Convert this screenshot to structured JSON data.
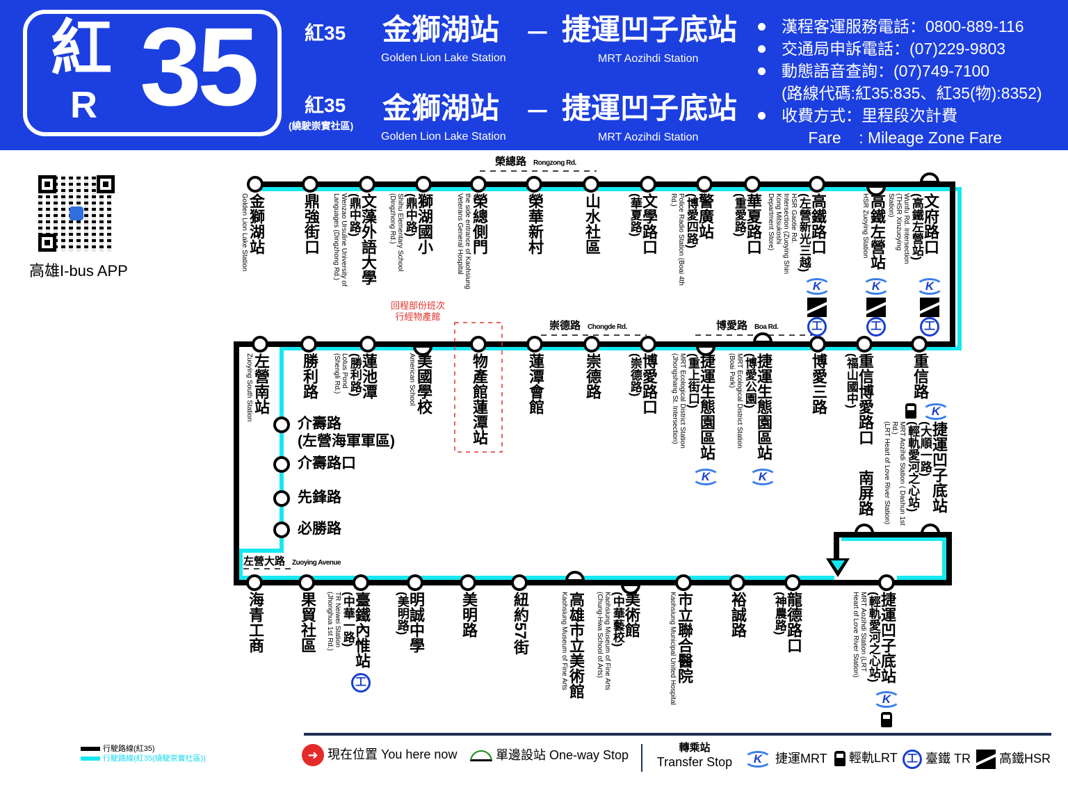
{
  "header": {
    "badge": {
      "char": "紅",
      "sub": "R",
      "number": "35"
    },
    "routes": [
      {
        "label": "紅35",
        "note": "",
        "from_zh": "金獅湖站",
        "from_en": "Golden Lion Lake Station",
        "dash": "－",
        "to_zh": "捷運凹子底站",
        "to_en": "MRT Aozihdi Station"
      },
      {
        "label": "紅35",
        "note": "(繞駛崇實社區)",
        "from_zh": "金獅湖站",
        "from_en": "Golden Lion Lake Station",
        "dash": "－",
        "to_zh": "捷運凹子底站",
        "to_en": "MRT Aozihdi Station"
      }
    ],
    "info": [
      {
        "bullet": true,
        "text": "漢程客運服務電話：0800-889-116"
      },
      {
        "bullet": true,
        "text": "交通局申訴電話：(07)229-9803"
      },
      {
        "bullet": true,
        "text": "動態語音查詢：(07)749-7100"
      },
      {
        "bullet": false,
        "text": "(路線代碼:紅35:835、紅35(物):8352)"
      },
      {
        "bullet": true,
        "text": "收費方式：里程段次計費"
      },
      {
        "bullet": false,
        "text": "      Fare    : Mileage Zone Fare"
      }
    ]
  },
  "app": {
    "qr_logo": "iBus",
    "label": "高雄I-bus APP"
  },
  "colors": {
    "header_blue": "#1c3fe0",
    "main_line": "#000000",
    "detour_line": "#17e8f0",
    "note_red": "#e0302a",
    "mrt_blue": "#1a3fd0"
  },
  "roads": {
    "rongzong": {
      "zh": "榮總路",
      "en": "Rongzong Rd."
    },
    "chongde": {
      "zh": "崇德路",
      "en": "Chongde Rd."
    },
    "boai": {
      "zh": "博愛路",
      "en": "Boa Rd."
    },
    "zuoying": {
      "zh": "左營大路",
      "en": "Zuoying Avenue"
    }
  },
  "note": {
    "line1": "回程部份班次",
    "line2": "行經物產館"
  },
  "stops_row1": [
    {
      "zh": "金獅湖站",
      "sub": "",
      "en": "Golden Lion Lake Station",
      "one_way": false,
      "transfers": []
    },
    {
      "zh": "鼎強街口",
      "sub": "",
      "en": "",
      "one_way": false,
      "transfers": []
    },
    {
      "zh": "文藻外語大學",
      "sub": "(鼎中路)",
      "en": "Wenzao Ursuline University of Languages (Dingzhong Rd.)",
      "one_way": false,
      "transfers": []
    },
    {
      "zh": "獅湖國小",
      "sub": "(鼎中路)",
      "en": "Shihu Elementary School (Dingzhong Rd.)",
      "one_way": false,
      "transfers": []
    },
    {
      "zh": "榮總側門",
      "sub": "",
      "en": "the side entrance of Kaohsiung Veterans General Hospital",
      "one_way": false,
      "transfers": []
    },
    {
      "zh": "榮華新村",
      "sub": "",
      "en": "",
      "one_way": false,
      "transfers": []
    },
    {
      "zh": "山水社區",
      "sub": "",
      "en": "",
      "one_way": false,
      "transfers": []
    },
    {
      "zh": "文學路口",
      "sub": "(華夏路)",
      "en": "",
      "one_way": false,
      "transfers": []
    },
    {
      "zh": "警廣站",
      "sub": "(博愛四路)",
      "en": "Police Radio Station (Boai 4th Rd.)",
      "one_way": false,
      "transfers": []
    },
    {
      "zh": "華夏路口",
      "sub": "(重愛路)",
      "en": "",
      "one_way": false,
      "transfers": []
    },
    {
      "zh": "高鐵路口",
      "sub": "(左營新光三越)",
      "en": "HSR Gaotie Rd. Intersection (Zuoying Shin Kong Mitsukoshi Department Store)",
      "one_way": false,
      "transfers": [
        "mrt",
        "hsr",
        "tr"
      ]
    },
    {
      "zh": "高鐵左營站",
      "sub": "",
      "en": "HSR Zuoying Station",
      "one_way": true,
      "transfers": [
        "mrt",
        "hsr",
        "tr"
      ]
    },
    {
      "zh": "文府路口",
      "sub": "(高鐵左營站)",
      "en": "Wunfu Rd. Intersection (THSR Xinzuoying Station)",
      "one_way": true,
      "transfers": [
        "mrt",
        "hsr",
        "tr"
      ]
    }
  ],
  "stops_row2": [
    {
      "zh": "左營南站",
      "sub": "",
      "en": "Zuoying South Station",
      "one_way": false,
      "transfers": []
    },
    {
      "zh": "勝利路",
      "sub": "",
      "en": "",
      "one_way": false,
      "transfers": []
    },
    {
      "zh": "蓮池潭",
      "sub": "(勝利路)",
      "en": "Lotus Pond (Shengli Rd.)",
      "one_way": false,
      "transfers": []
    },
    {
      "zh": "美國學校",
      "sub": "",
      "en": "American School",
      "one_way": true,
      "transfers": []
    },
    {
      "zh": "物產館蓮潭站",
      "sub": "",
      "en": "",
      "one_way": false,
      "transfers": []
    },
    {
      "zh": "蓮潭會館",
      "sub": "",
      "en": "",
      "one_way": false,
      "transfers": []
    },
    {
      "zh": "崇德路",
      "sub": "",
      "en": "",
      "one_way": false,
      "transfers": []
    },
    {
      "zh": "博愛路口",
      "sub": "(崇德路)",
      "en": "",
      "one_way": false,
      "transfers": []
    },
    {
      "zh": "捷運生態園區站",
      "sub": "(重上街口)",
      "en": "MRT Ecological District Station (Jhongshang St. Intersection)",
      "one_way": true,
      "transfers": [
        "mrt"
      ]
    },
    {
      "zh": "捷運生態園區站",
      "sub": "(博愛公園)",
      "en": "MRT Ecological District Station (Boai Park)",
      "one_way": true,
      "transfers": [
        "mrt"
      ]
    },
    {
      "zh": "博愛三路",
      "sub": "",
      "en": "",
      "one_way": false,
      "transfers": []
    },
    {
      "zh": "重信博愛路口",
      "sub": "(福山國中)",
      "en": "",
      "one_way": false,
      "transfers": []
    },
    {
      "zh": "重信路",
      "sub": "",
      "en": "",
      "one_way": false,
      "transfers": []
    }
  ],
  "stops_loop": [
    {
      "zh": "南屏路",
      "sub": "",
      "en": "",
      "one_way": true,
      "transfers": []
    },
    {
      "zh": "捷運凹子底站",
      "sub": "(大順一路)",
      "en": "MRT Aozihdi Station ( Dashun 1st Rd.)",
      "sub2": "(輕軌愛河之心站)",
      "en2": "(LRT Heart of Love River Station)",
      "one_way": true,
      "transfers": [
        "lrt",
        "mrt"
      ]
    }
  ],
  "stops_side": [
    {
      "zh": "介壽路",
      "sub": "(左營海軍軍區)"
    },
    {
      "zh": "介壽路口",
      "sub": ""
    },
    {
      "zh": "先鋒路",
      "sub": ""
    },
    {
      "zh": "必勝路",
      "sub": ""
    }
  ],
  "stops_row3": [
    {
      "zh": "海青工商",
      "sub": "",
      "en": "",
      "one_way": false,
      "transfers": []
    },
    {
      "zh": "果貿社區",
      "sub": "",
      "en": "",
      "one_way": false,
      "transfers": []
    },
    {
      "zh": "臺鐵內惟站",
      "sub": "(中華一路)",
      "en": "TR Neiwei Station (Jhonghua 1st Rd.)",
      "one_way": false,
      "transfers": [
        "tr"
      ]
    },
    {
      "zh": "明誠中學",
      "sub": "(美明路)",
      "en": "",
      "one_way": false,
      "transfers": []
    },
    {
      "zh": "美明路",
      "sub": "",
      "en": "",
      "one_way": false,
      "transfers": []
    },
    {
      "zh": "紐約57街",
      "sub": "",
      "en": "",
      "one_way": false,
      "transfers": []
    },
    {
      "zh": "高雄市立美術館",
      "sub": "",
      "en": "Kaohsiung Museum of Fine Arts",
      "one_way": true,
      "transfers": []
    },
    {
      "zh": "美術館",
      "sub": "(中華藝校)",
      "en": "Kaohsiung Museum of Fine Arts (Chung-Hwa School of Arts)",
      "one_way": true,
      "transfers": []
    },
    {
      "zh": "市立聯合醫院",
      "sub": "",
      "en": "Kaohsiung Municipal United Hospital",
      "one_way": false,
      "transfers": []
    },
    {
      "zh": "裕誠路",
      "sub": "",
      "en": "",
      "one_way": false,
      "transfers": []
    },
    {
      "zh": "龍德路口",
      "sub": "(神農路)",
      "en": "",
      "one_way": false,
      "transfers": []
    },
    {
      "zh": "捷運凹子底站",
      "sub": "(輕軌愛河之心站)",
      "en": "MRT Aozihdi Station (LRT Heart of Love River Station)",
      "one_way": false,
      "transfers": [
        "mrt",
        "lrt"
      ]
    }
  ],
  "legend": {
    "main_line": "行駛路線(紅35)",
    "detour_line": "行駛路線(紅35(繞駛崇實社區))",
    "you_are_here": "現在位置 You here now",
    "one_way": "單邊設站 One-way Stop",
    "transfer_zh": "轉乘站",
    "transfer_en": "Transfer Stop",
    "mrt": "捷運MRT",
    "lrt": "輕軌LRT",
    "tr": "臺鐵 TR",
    "hsr": "高鐵HSR"
  }
}
